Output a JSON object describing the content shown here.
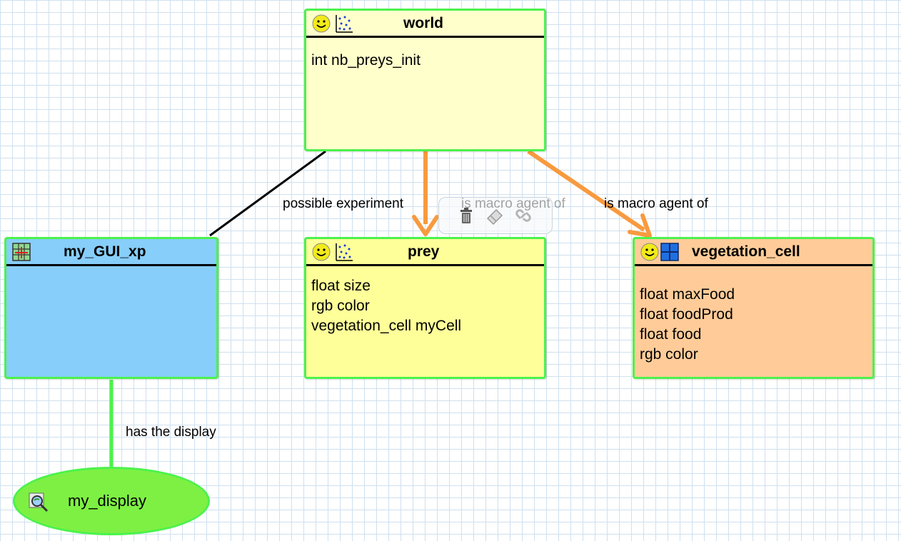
{
  "nodes": {
    "world": {
      "title": "world",
      "attributes": [
        "int nb_preys_init"
      ],
      "color": "#ffffcc",
      "icons": [
        "smiley-icon",
        "scatter-dots-icon"
      ]
    },
    "prey": {
      "title": "prey",
      "attributes": [
        "float size",
        "rgb color",
        "vegetation_cell myCell"
      ],
      "color": "#ffff99",
      "icons": [
        "smiley-icon",
        "scatter-dots-icon"
      ]
    },
    "vegetation_cell": {
      "title": "vegetation_cell",
      "attributes": [
        "float maxFood",
        "float foodProd",
        "float food",
        "rgb color"
      ],
      "color": "#ffcc99",
      "icons": [
        "smiley-icon",
        "grid-icon"
      ]
    },
    "my_GUI_xp": {
      "title": "my_GUI_xp",
      "attributes": [],
      "color": "#87cefa",
      "icons": [
        "gui-grid-icon"
      ]
    },
    "my_display": {
      "title": "my_display",
      "color": "#7ef043",
      "icons": [
        "display-magnifier-icon"
      ]
    }
  },
  "edges": [
    {
      "from": "world",
      "to": "my_GUI_xp",
      "label": "possible experiment",
      "color": "#000000"
    },
    {
      "from": "world",
      "to": "prey",
      "label": "is macro agent of",
      "color": "#f89a3e"
    },
    {
      "from": "world",
      "to": "vegetation_cell",
      "label": "is macro agent of",
      "color": "#f89a3e"
    },
    {
      "from": "my_GUI_xp",
      "to": "my_display",
      "label": "has the display",
      "color": "#4cf24c"
    }
  ],
  "toolbar": {
    "icons": [
      "trash-icon",
      "eraser-icon",
      "link-icon"
    ]
  },
  "colors": {
    "border": "#4cf24c",
    "arrow": "#f89a3e",
    "grid": "#cfe0ee"
  }
}
